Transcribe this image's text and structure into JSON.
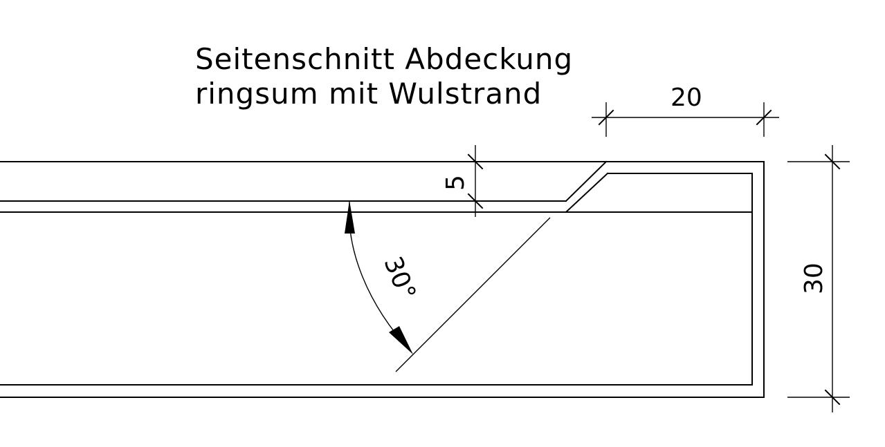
{
  "title": {
    "line1": "Seitenschnitt Abdeckung",
    "line2": "ringsum mit Wulstrand"
  },
  "dimensions": {
    "width_top": "20",
    "rim_thickness": "5",
    "total_height": "30",
    "angle": "30°"
  },
  "colors": {
    "line": "#000000",
    "background": "#ffffff"
  }
}
